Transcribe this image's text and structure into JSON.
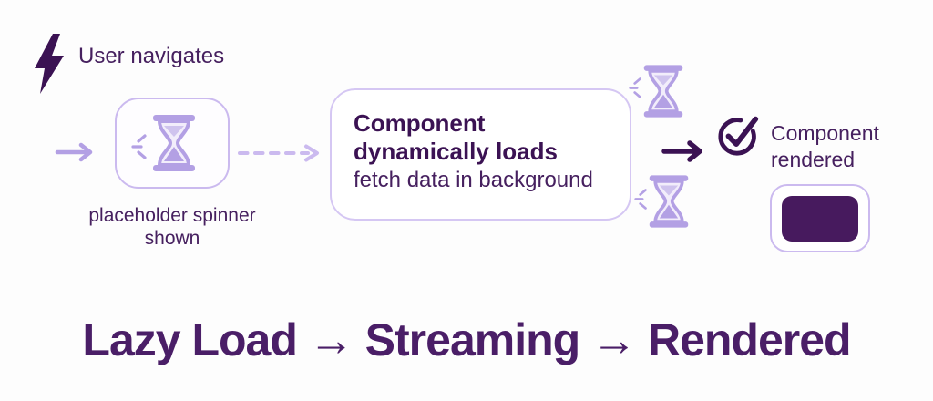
{
  "palette": {
    "bg": "#fdfdfd",
    "dark": "#46205f",
    "dark2": "#3b1253",
    "title": "#4a1e67",
    "lavender": "#b3a0e4",
    "lavender-border": "#cbbaef",
    "border-lighter": "#d5c7f3",
    "glass": "#f2edfb",
    "swatch": "#471a5e"
  },
  "icons": {
    "lightning": "⚡",
    "hourglass": "⌛",
    "check_circle": "✓",
    "arrow_right": "→"
  },
  "header": {
    "label": "User navigates"
  },
  "flow": {
    "spinner_caption": "placeholder spinner shown",
    "box_title": "Component dynamically loads",
    "box_subtitle": "fetch data in background",
    "rendered_label": "Component rendered"
  },
  "footer": {
    "title": "Lazy Load → Streaming → Rendered"
  }
}
